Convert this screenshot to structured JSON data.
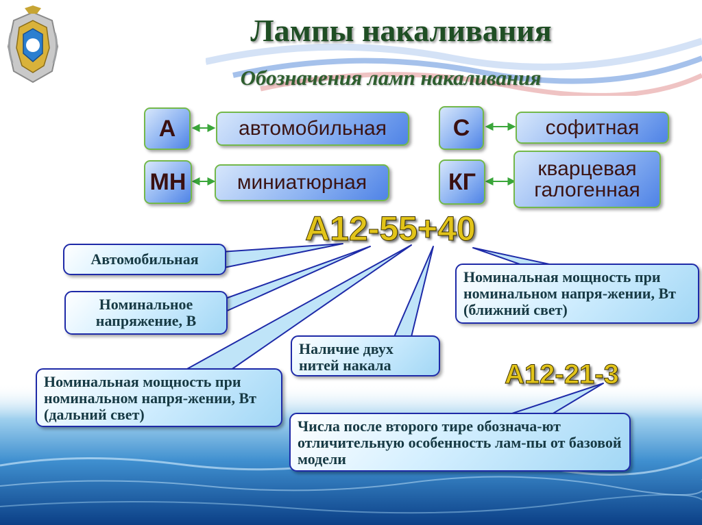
{
  "header": {
    "title": "Лампы накаливания",
    "subtitle": "Обозначения ламп накаливания"
  },
  "legend": [
    {
      "code": "А",
      "name": "автомобильная"
    },
    {
      "code": "МН",
      "name": "миниатюрная"
    },
    {
      "code": "С",
      "name": "софитная"
    },
    {
      "code": "КГ",
      "name": "кварцевая галогенная"
    }
  ],
  "example_main": "А12-55+40",
  "example_second": "А12-21-3",
  "callouts": {
    "automotive": "Автомобильная",
    "voltage": "Номинальное напряжение, В",
    "power_high": "Номинальная мощность при номинальном напря-жении, Вт (дальний свет)",
    "two_filaments": "Наличие двух нитей накала",
    "power_low": "Номинальная мощность при номинальном напря-жении, Вт (ближний свет)",
    "distinctive": "Числа после второго тире обознача-ют отличительную особенность лам-пы от базовой модели"
  },
  "colors": {
    "title": "#1f4e24",
    "code_yellow": "#e2c41a",
    "callout_border": "#1e2aa8",
    "box_border": "#73b84a"
  }
}
